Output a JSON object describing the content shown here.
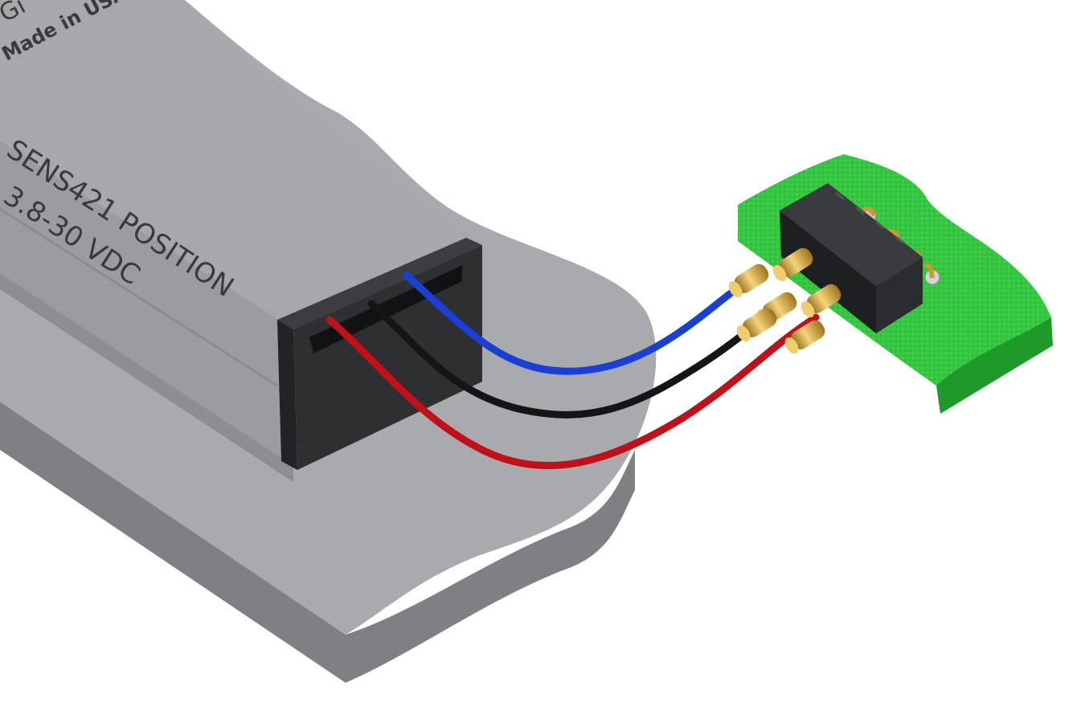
{
  "sensor": {
    "brand_fragment": "Gi",
    "made_in": "Made in USA",
    "model": "SENS421 POSITION",
    "voltage": "3.8-30 VDC"
  },
  "wires": [
    {
      "color_name": "blue",
      "color": "#1a3fd6"
    },
    {
      "color_name": "black",
      "color": "#151515"
    },
    {
      "color_name": "red",
      "color": "#c01018"
    }
  ],
  "colors": {
    "background": "#ffffff",
    "base_top": "#a9aaad",
    "base_side": "#8a8b8e",
    "housing_top": "#a4a5a8",
    "connector": "#2b2c2e",
    "pcb": "#2fc43c",
    "pcb_edge": "#1f9a2a",
    "gold": "#d9a93a"
  }
}
